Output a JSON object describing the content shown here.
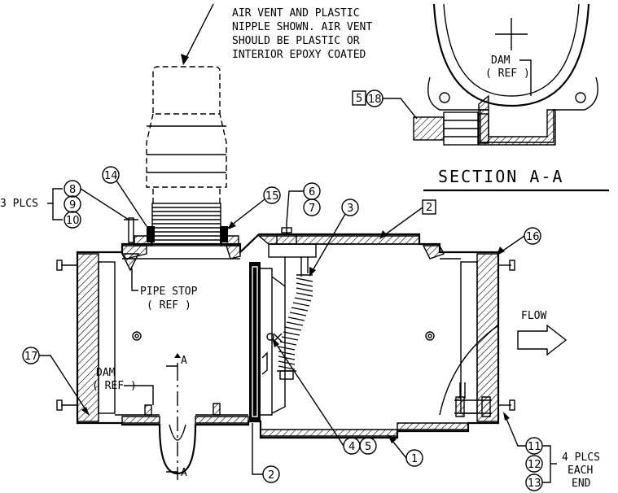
{
  "notes": {
    "air_vent": [
      "AIR VENT AND PLASTIC",
      "NIPPLE SHOWN. AIR VENT",
      "SHOULD BE PLASTIC OR",
      "INTERIOR EPOXY COATED"
    ],
    "section_title": "SECTION A-A",
    "dam_ref_top": [
      "DAM",
      "( REF )"
    ],
    "dam_ref_body": [
      "DAM",
      "( REF )"
    ],
    "pipe_stop": [
      "PIPE STOP",
      "( REF )"
    ],
    "flow": "FLOW",
    "three_plcs": "3 PLCS",
    "four_plcs": [
      "4 PLCS",
      "EACH",
      "END"
    ],
    "section_marker": "A"
  },
  "callouts": {
    "c1": "1",
    "c2": "2",
    "c3": "3",
    "c4": "4",
    "c5": "5",
    "c6": "6",
    "c7": "7",
    "c8": "8",
    "c9": "9",
    "c10": "10",
    "c11": "11",
    "c12": "12",
    "c13": "13",
    "c14": "14",
    "c15": "15",
    "c16": "16",
    "c17": "17",
    "c18": "18",
    "box2": "2",
    "box5": "5"
  }
}
